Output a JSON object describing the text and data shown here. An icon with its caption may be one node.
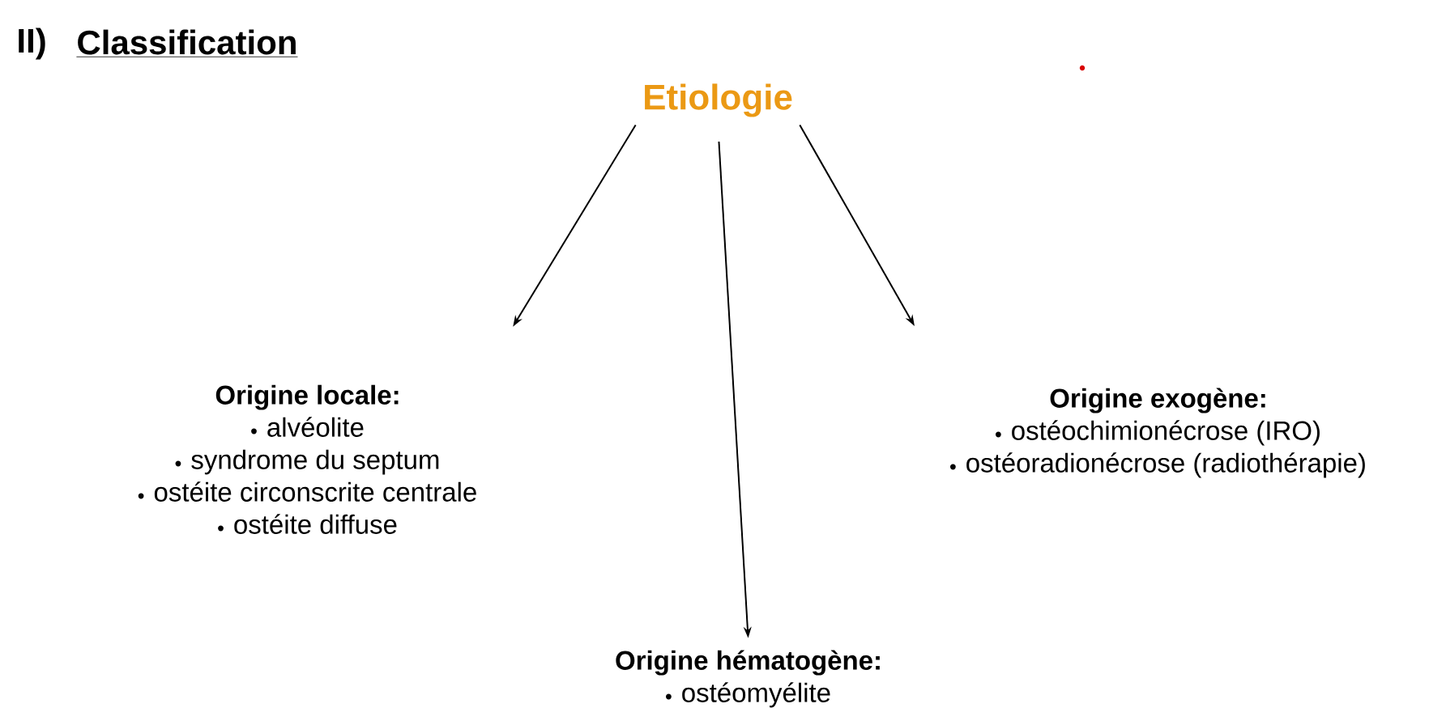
{
  "diagram": {
    "title": "Classification",
    "nodes": [
      {
        "text": [
          "Etiologie"
        ]
      },
      {
        "text": [
          "Origine locale:",
          "alvéolite",
          "syndrome du septum",
          "ostéite circonscrite centrale",
          "ostéite diffuse"
        ]
      },
      {
        "text": [
          "Origine exogène:",
          "ostéochimionécrose (IRO)",
          "ostéoradionécrose (radiothérapie)"
        ]
      },
      {
        "text": [
          "Origine hématogène:",
          "ostéomyélite"
        ]
      }
    ],
    "edges": [
      {
        "from": 0,
        "to": 1,
        "arrow": "to"
      },
      {
        "from": 0,
        "to": 3,
        "arrow": "to"
      },
      {
        "from": 0,
        "to": 2,
        "arrow": "to"
      }
    ],
    "labels": [
      "II)"
    ]
  }
}
